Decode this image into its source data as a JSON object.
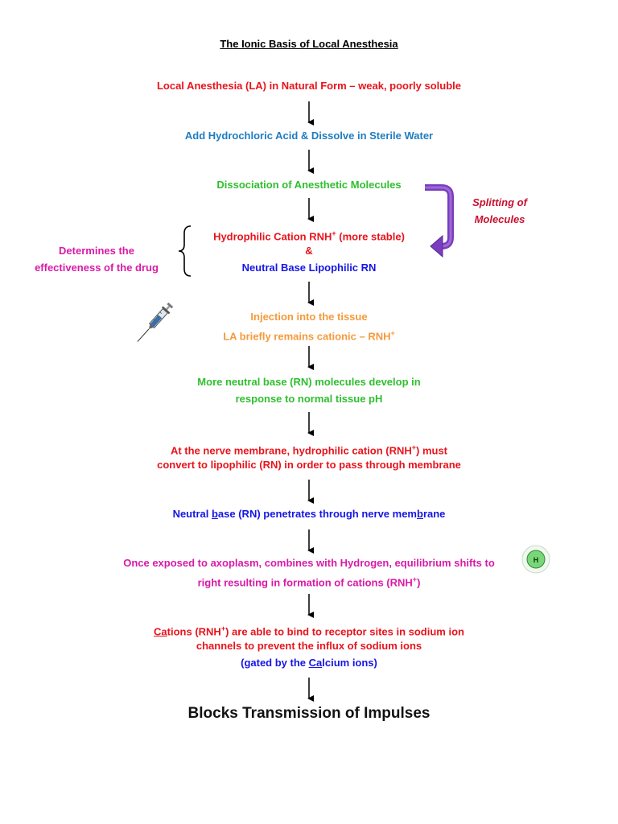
{
  "title": "The Ionic Basis of Local Anesthesia",
  "colors": {
    "red": "#e8141c",
    "blue": "#1f7cc1",
    "green": "#2fbf2f",
    "navy": "#1515e6",
    "orange": "#f59a3c",
    "magenta": "#d91aa7",
    "purple": "#7a3dbe",
    "darkred": "#c8102e"
  },
  "steps": {
    "s1": "Local Anesthesia (LA) in Natural Form – weak, poorly soluble",
    "s2": "Add Hydrochloric Acid & Dissolve in Sterile Water",
    "s3": "Dissociation of Anesthetic Molecules",
    "s4a": "Hydrophilic Cation RNH",
    "s4a_sup": "+",
    "s4a_rest": " (more stable)",
    "s4b": "&",
    "s4c": "Neutral Base Lipophilic RN",
    "s5a": "Injection into the tissue",
    "s5b": "LA briefly remains cationic – RNH",
    "s5b_sup": "+",
    "s6a": "More neutral base (RN) molecules develop in",
    "s6b": "response to normal tissue pH",
    "s7a_pre": "At the nerve membrane, hydrophilic cation (RNH",
    "s7a_sup": "+",
    "s7a_post": ") must",
    "s7b": "convert to lipophilic (RN) in order to pass through membrane",
    "s8_pre": "Neutral ",
    "s8_u1": "b",
    "s8_mid": "ase (RN) penetrates through nerve mem",
    "s8_u2": "b",
    "s8_post": "rane",
    "s9a": "Once exposed to axoplasm, combines with Hydrogen, equilibrium shifts to",
    "s9b_pre": "right resulting in formation of cations (RNH",
    "s9b_sup": "+",
    "s9b_post": ")",
    "s10a_u": "Ca",
    "s10a_pre": "tions (RNH",
    "s10a_sup": "+",
    "s10a_post": ") are able to bind to receptor sites in sodium ion",
    "s10b": "channels to prevent the influx of sodium ions",
    "s10c_pre": "(gated by the ",
    "s10c_u": "Ca",
    "s10c_post": "lcium ions)",
    "final": "Blocks Transmission of Impulses"
  },
  "side_left": {
    "line1": "Determines the",
    "line2": "effectiveness of the drug"
  },
  "side_right": {
    "line1": "Splitting of",
    "line2": "Molecules"
  },
  "icons": {
    "syringe": "syringe-icon",
    "hydrogen": "hydrogen-atom-icon",
    "hydrogen_label": "H",
    "arrow": "down-arrow-icon"
  }
}
